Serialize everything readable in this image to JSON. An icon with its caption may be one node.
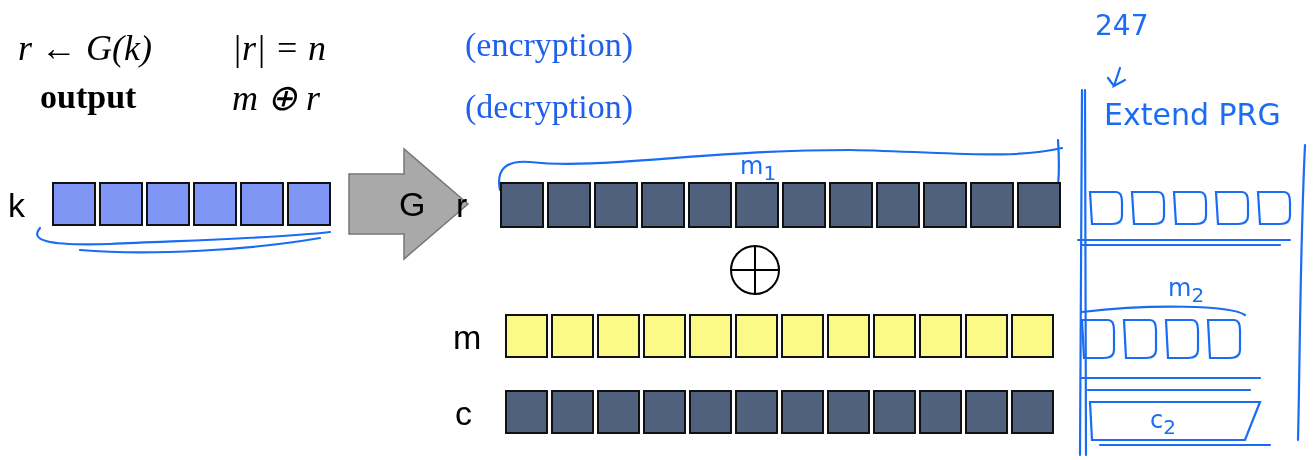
{
  "diagram": {
    "nodes": [
      {
        "text": [],
        "shape": "bar",
        "beside": [
          "k"
        ]
      },
      {
        "text": [],
        "shape": "bar",
        "beside": [
          "r"
        ]
      },
      {
        "text": [],
        "shape": "bar",
        "beside": [
          "m"
        ]
      },
      {
        "text": [],
        "shape": "bar",
        "beside": [
          "c"
        ]
      }
    ],
    "edges": [
      {
        "from": 0,
        "to": 1,
        "arrow": "to",
        "label": "G"
      }
    ],
    "labels": [
      "r ← G(k)",
      "|r| = n",
      "(encryption)",
      "247",
      "output",
      "m ⊕ r",
      "(decryption)",
      "Extend PRG",
      "m$_{1}$",
      "m$_{2}$",
      "c$_{2}$"
    ]
  }
}
